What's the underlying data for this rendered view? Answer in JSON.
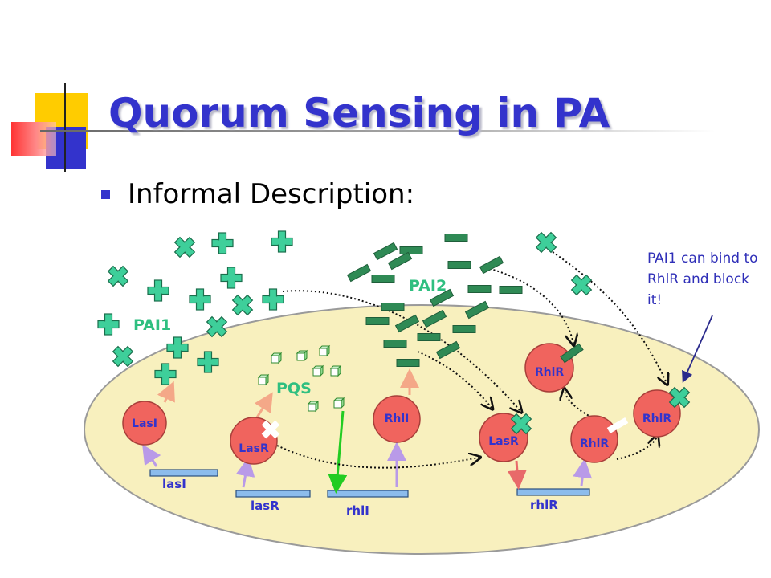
{
  "slide": {
    "title": "Quorum Sensing in PA",
    "bullet": "Informal Description:",
    "note": "PAI1 can bind to RhlR and block it!"
  },
  "colors": {
    "title": "#3333cc",
    "cell_fill": "#f8f0be",
    "protein_fill": "#f0645e",
    "autoinducer_cross": "#3ecf9a",
    "pai2_bar": "#2f8a55",
    "gene_bar": "#8cbcec",
    "expression_arrow": "#b99ae8",
    "product_arrow": "#f4a888",
    "block_arrow": "#22cc22",
    "label_blue": "#3333cc",
    "label_green": "#2fbf80"
  },
  "diagram": {
    "signals": [
      {
        "id": "pai1",
        "label": "PAI1"
      },
      {
        "id": "pai2",
        "label": "PAI2"
      },
      {
        "id": "pqs",
        "label": "PQS"
      }
    ],
    "proteins": [
      {
        "id": "lasi",
        "label": "LasI"
      },
      {
        "id": "lasr1",
        "label": "LasR"
      },
      {
        "id": "rhli",
        "label": "RhlI"
      },
      {
        "id": "lasr2",
        "label": "LasR"
      },
      {
        "id": "rhlr_top",
        "label": "RhlR"
      },
      {
        "id": "rhlr_mid",
        "label": "RhlR"
      },
      {
        "id": "rhlr_right",
        "label": "RhlR"
      }
    ],
    "genes": [
      {
        "id": "lasI",
        "label": "lasI"
      },
      {
        "id": "lasR",
        "label": "lasR"
      },
      {
        "id": "rhlI",
        "label": "rhlI"
      },
      {
        "id": "rhlR",
        "label": "rhlR"
      }
    ]
  }
}
